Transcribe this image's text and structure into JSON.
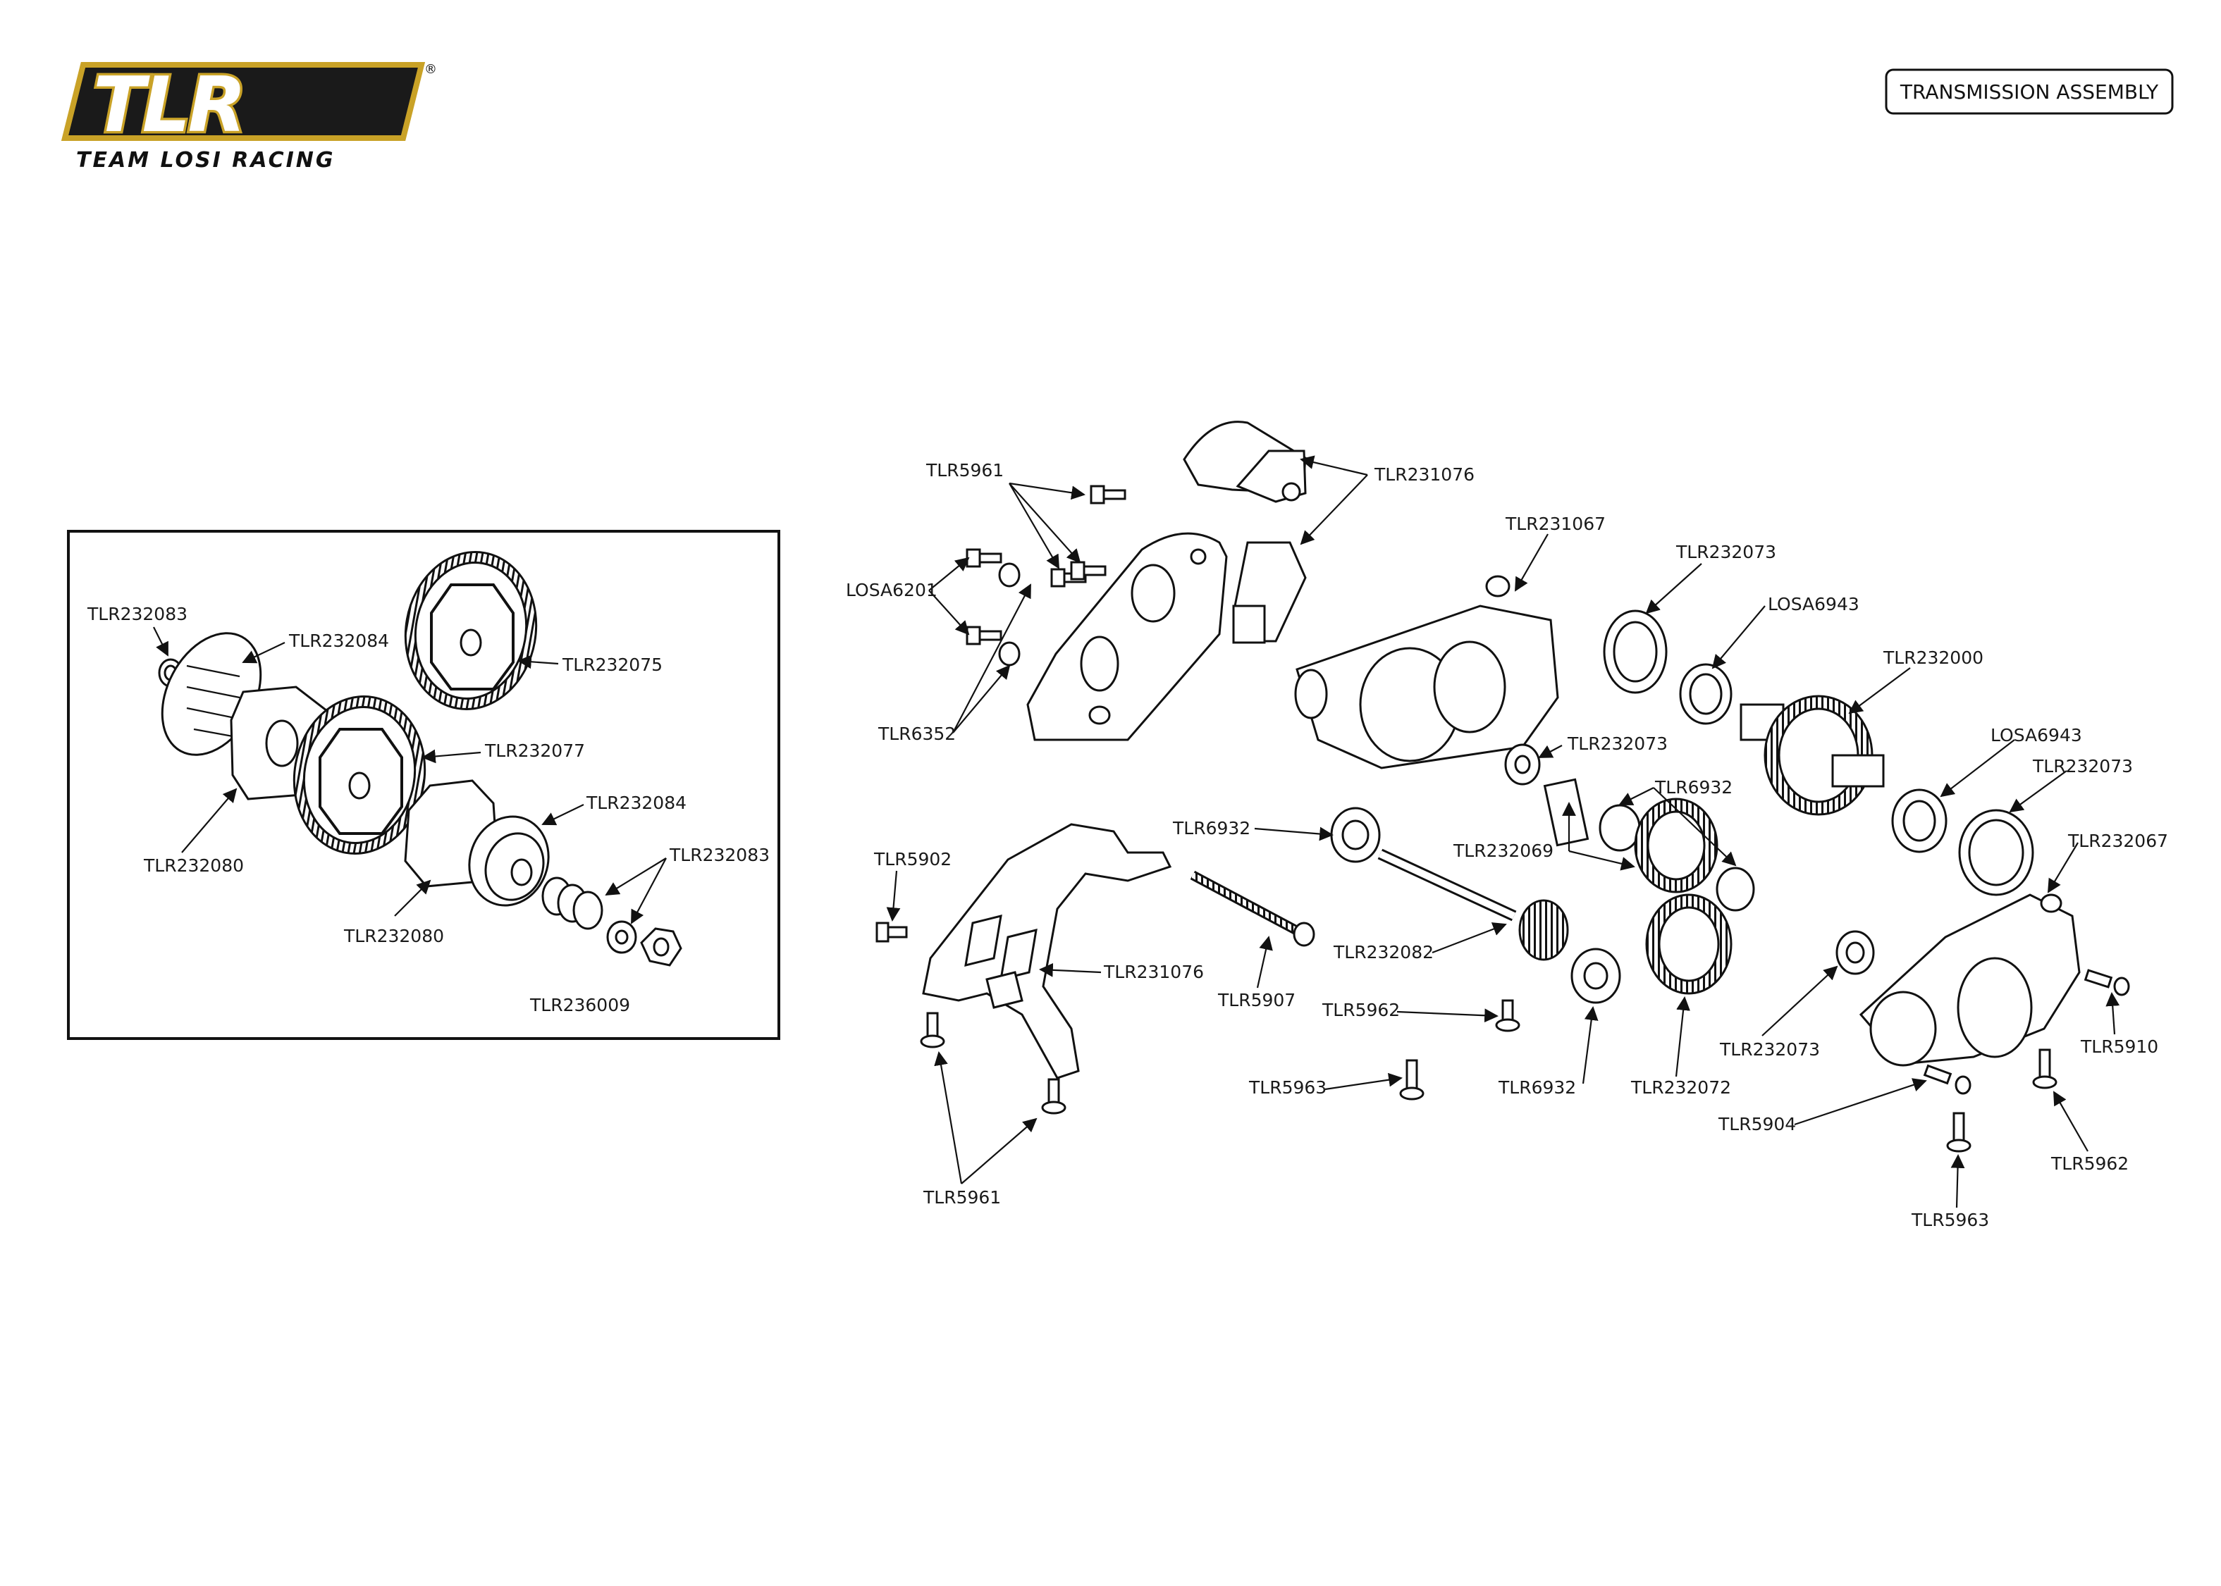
{
  "logo": {
    "mark": "TLR",
    "registered": "®",
    "brand_name": "TEAM LOSI RACING"
  },
  "page_title": "TRANSMISSION ASSEMBLY",
  "colors": {
    "line": "#111111",
    "logo_gold": "#c9a227",
    "logo_black": "#1a1a1a",
    "background": "#ffffff"
  },
  "inset": {
    "labels": {
      "tlr232083_top": "TLR232083",
      "tlr232084_top": "TLR232084",
      "tlr232075": "TLR232075",
      "tlr232077": "TLR232077",
      "tlr232080_left": "TLR232080",
      "tlr232084_mid": "TLR232084",
      "tlr232083_right": "TLR232083",
      "tlr232080_bottom": "TLR232080",
      "tlr236009": "TLR236009"
    }
  },
  "main": {
    "labels": {
      "tlr5961_top": "TLR5961",
      "tlr231076_top": "TLR231076",
      "losa6201": "LOSA6201",
      "tlr6352": "TLR6352",
      "tlr231067": "TLR231067",
      "tlr232073_a": "TLR232073",
      "losa6943_a": "LOSA6943",
      "tlr232000": "TLR232000",
      "tlr232073_b": "TLR232073",
      "losa6943_b": "LOSA6943",
      "tlr232073_c": "TLR232073",
      "tlr6932_a": "TLR6932",
      "tlr6932_b": "TLR6932",
      "tlr232069": "TLR232069",
      "tlr232067": "TLR232067",
      "tlr5902": "TLR5902",
      "tlr231076_bottom": "TLR231076",
      "tlr5907": "TLR5907",
      "tlr232082": "TLR232082",
      "tlr5962_a": "TLR5962",
      "tlr5963_a": "TLR5963",
      "tlr6932_c": "TLR6932",
      "tlr232072": "TLR232072",
      "tlr232073_d": "TLR232073",
      "tlr5910": "TLR5910",
      "tlr5904": "TLR5904",
      "tlr5962_b": "TLR5962",
      "tlr5963_b": "TLR5963",
      "tlr5961_bottom": "TLR5961"
    }
  }
}
